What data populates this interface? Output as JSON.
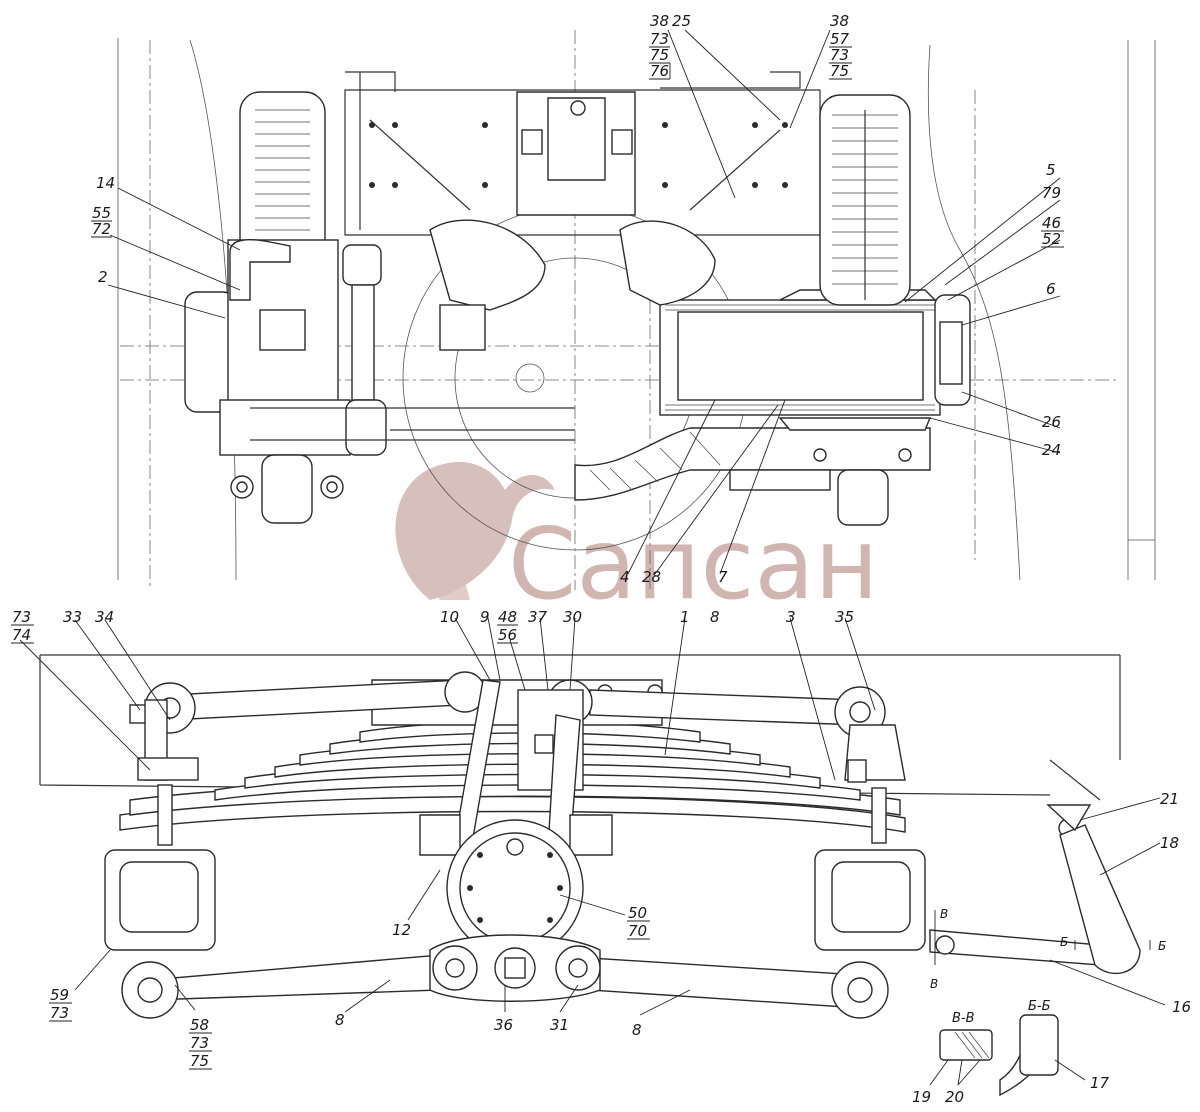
{
  "watermark": {
    "text": "Сапсан",
    "color": "#caa9a4"
  },
  "labels_top": [
    {
      "id": "l38a",
      "text": "38"
    },
    {
      "id": "l25",
      "text": "25"
    },
    {
      "id": "l73a",
      "text": "73"
    },
    {
      "id": "l75a",
      "text": "75"
    },
    {
      "id": "l76",
      "text": "76"
    },
    {
      "id": "l38b",
      "text": "38"
    },
    {
      "id": "l57",
      "text": "57"
    },
    {
      "id": "l73b",
      "text": "73"
    },
    {
      "id": "l75b",
      "text": "75"
    },
    {
      "id": "l14",
      "text": "14"
    },
    {
      "id": "l55",
      "text": "55"
    },
    {
      "id": "l72",
      "text": "72"
    },
    {
      "id": "l2",
      "text": "2"
    },
    {
      "id": "l5",
      "text": "5"
    },
    {
      "id": "l79",
      "text": "79"
    },
    {
      "id": "l46",
      "text": "46"
    },
    {
      "id": "l52",
      "text": "52"
    },
    {
      "id": "l6",
      "text": "6"
    },
    {
      "id": "l26",
      "text": "26"
    },
    {
      "id": "l24",
      "text": "24"
    },
    {
      "id": "l4",
      "text": "4"
    },
    {
      "id": "l28",
      "text": "28"
    },
    {
      "id": "l7",
      "text": "7"
    }
  ],
  "labels_bottom": [
    {
      "id": "l73c",
      "text": "73"
    },
    {
      "id": "l74",
      "text": "74"
    },
    {
      "id": "l33",
      "text": "33"
    },
    {
      "id": "l34",
      "text": "34"
    },
    {
      "id": "l10",
      "text": "10"
    },
    {
      "id": "l9",
      "text": "9"
    },
    {
      "id": "l48",
      "text": "48"
    },
    {
      "id": "l56",
      "text": "56"
    },
    {
      "id": "l37",
      "text": "37"
    },
    {
      "id": "l30",
      "text": "30"
    },
    {
      "id": "l1",
      "text": "1"
    },
    {
      "id": "l8a",
      "text": "8"
    },
    {
      "id": "l3",
      "text": "3"
    },
    {
      "id": "l35",
      "text": "35"
    },
    {
      "id": "l21",
      "text": "21"
    },
    {
      "id": "l18",
      "text": "18"
    },
    {
      "id": "l12",
      "text": "12"
    },
    {
      "id": "l50",
      "text": "50"
    },
    {
      "id": "l70",
      "text": "70"
    },
    {
      "id": "l59",
      "text": "59"
    },
    {
      "id": "l73d",
      "text": "73"
    },
    {
      "id": "l58",
      "text": "58"
    },
    {
      "id": "l73e",
      "text": "73"
    },
    {
      "id": "l75c",
      "text": "75"
    },
    {
      "id": "l8b",
      "text": "8"
    },
    {
      "id": "l36",
      "text": "36"
    },
    {
      "id": "l31",
      "text": "31"
    },
    {
      "id": "l8c",
      "text": "8"
    },
    {
      "id": "l16",
      "text": "16"
    },
    {
      "id": "l19",
      "text": "19"
    },
    {
      "id": "l20",
      "text": "20"
    },
    {
      "id": "l17",
      "text": "17"
    }
  ],
  "section_labels": [
    {
      "id": "sVV",
      "text": "В-В"
    },
    {
      "id": "sBB",
      "text": "Б-Б"
    },
    {
      "id": "cutB1",
      "text": "В"
    },
    {
      "id": "cutB2",
      "text": "В"
    },
    {
      "id": "cutBb1",
      "text": "Б"
    },
    {
      "id": "cutBb2",
      "text": "Б"
    }
  ]
}
